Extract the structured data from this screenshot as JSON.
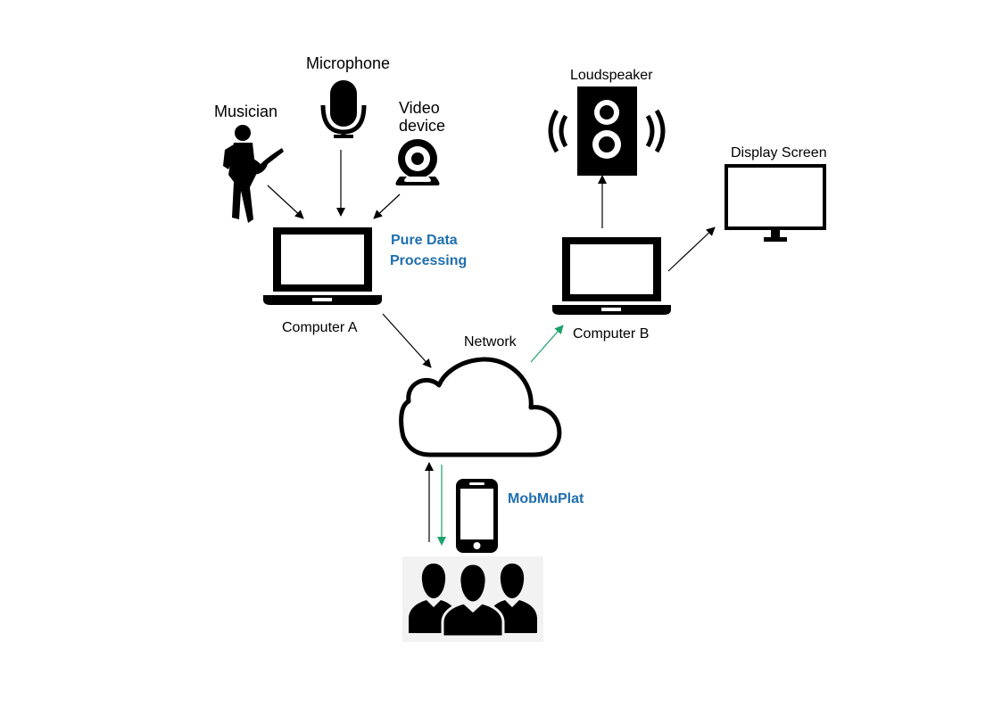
{
  "labels": {
    "musician": "Musician",
    "microphone": "Microphone",
    "video_device_line1": "Video",
    "video_device_line2": "device",
    "loudspeaker": "Loudspeaker",
    "display_screen": "Display Screen",
    "pure_data_line1": "Pure Data",
    "pure_data_line2": "Processing",
    "computer_a": "Computer A",
    "computer_b": "Computer B",
    "network": "Network",
    "mobmuplat": "MobMuPlat"
  },
  "colors": {
    "accent_text": "#1f6fae",
    "arrow_black": "#000000",
    "arrow_green": "#1aa36b",
    "audience_bg": "#f2f2f2"
  }
}
